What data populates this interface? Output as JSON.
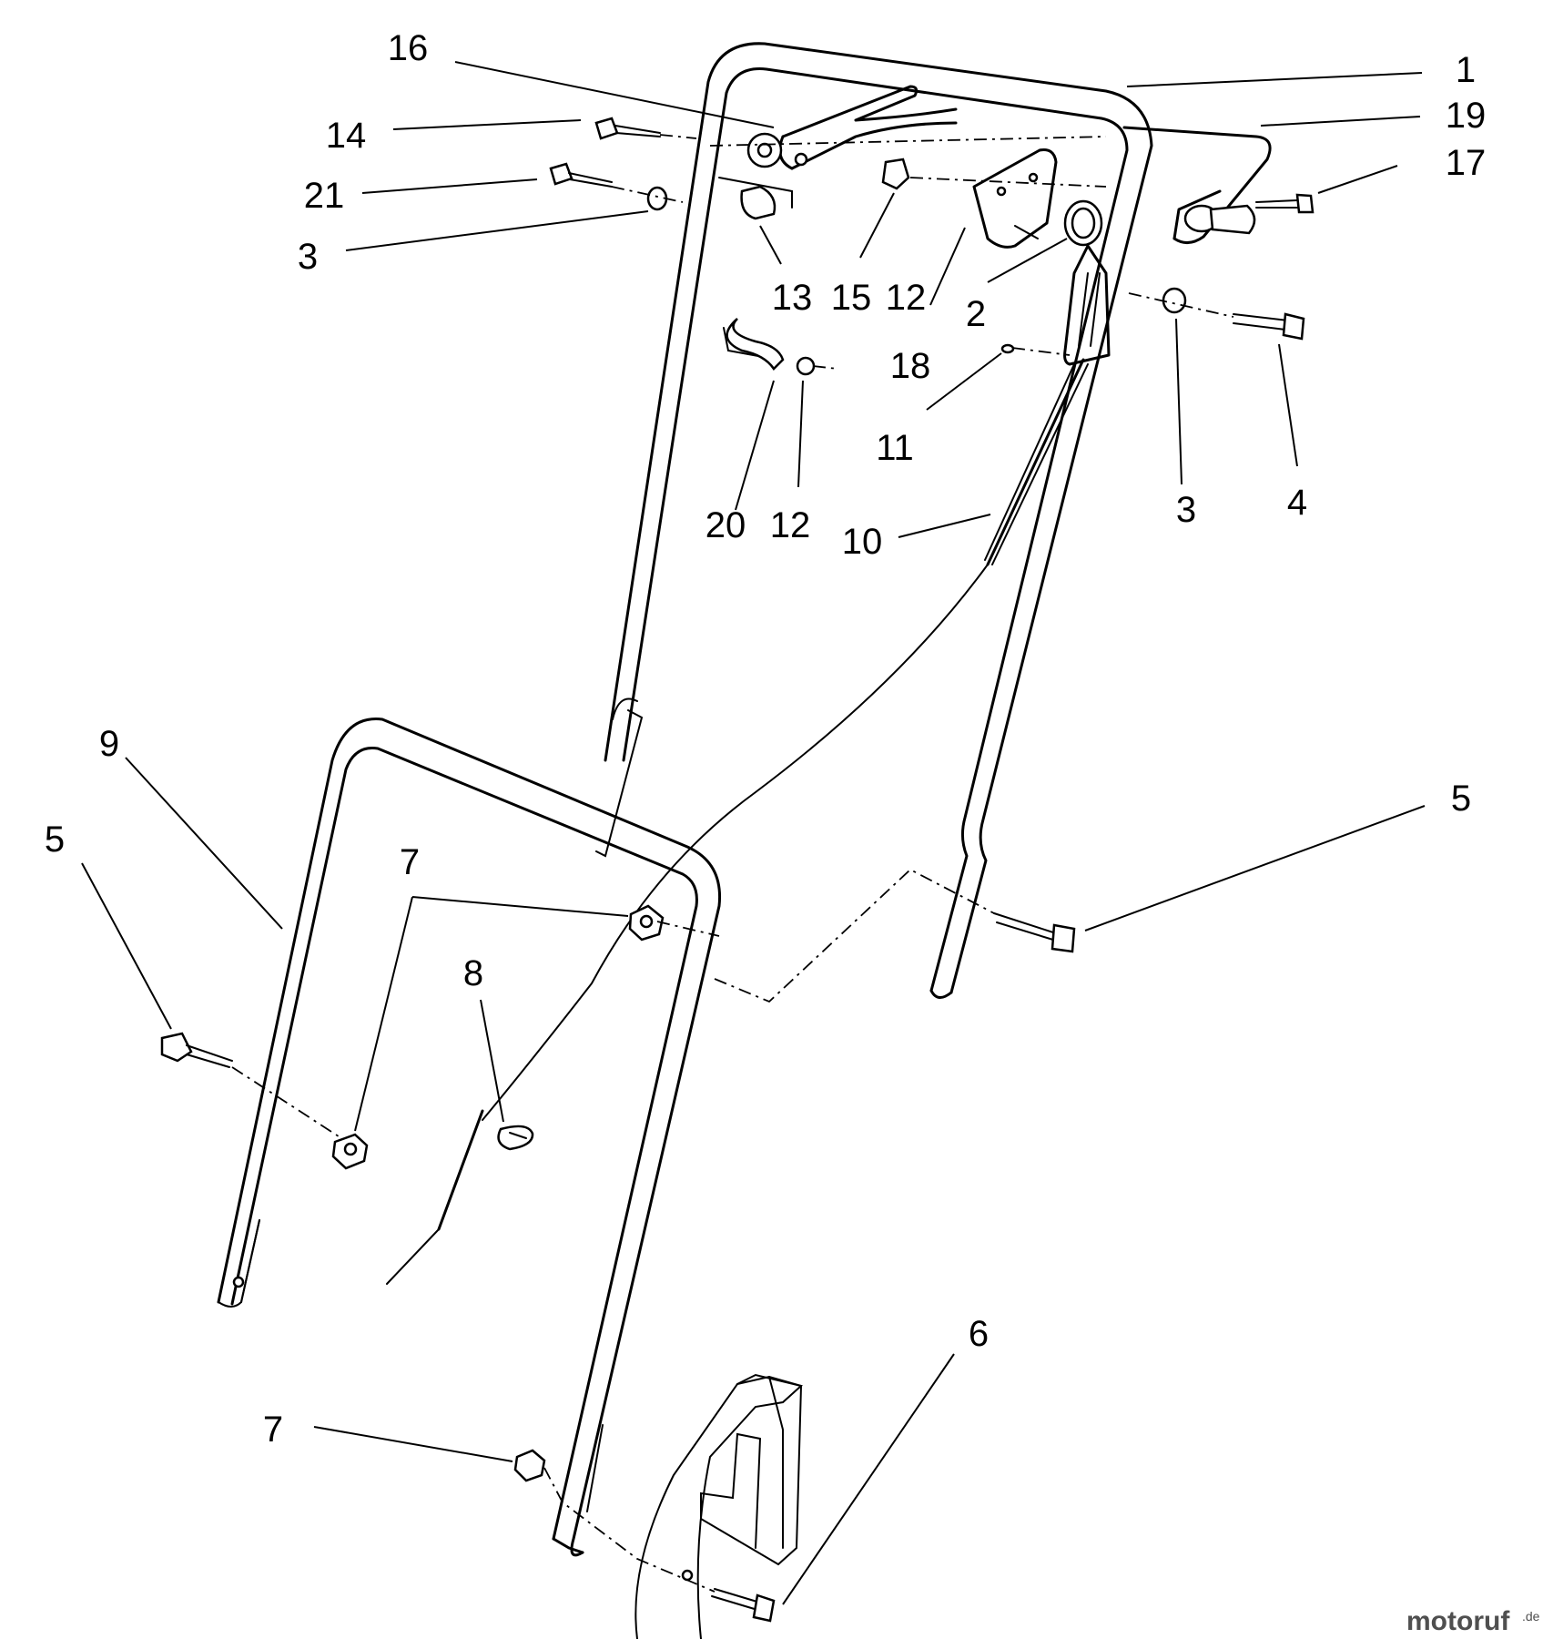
{
  "callouts": [
    {
      "id": "16",
      "label": "16"
    },
    {
      "id": "1",
      "label": "1"
    },
    {
      "id": "19",
      "label": "19"
    },
    {
      "id": "17",
      "label": "17"
    },
    {
      "id": "14",
      "label": "14"
    },
    {
      "id": "21",
      "label": "21"
    },
    {
      "id": "3a",
      "label": "3"
    },
    {
      "id": "13",
      "label": "13"
    },
    {
      "id": "15",
      "label": "15"
    },
    {
      "id": "12a",
      "label": "12"
    },
    {
      "id": "18",
      "label": "18"
    },
    {
      "id": "2",
      "label": "2"
    },
    {
      "id": "11",
      "label": "11"
    },
    {
      "id": "3b",
      "label": "3"
    },
    {
      "id": "4",
      "label": "4"
    },
    {
      "id": "20",
      "label": "20"
    },
    {
      "id": "12b",
      "label": "12"
    },
    {
      "id": "10",
      "label": "10"
    },
    {
      "id": "9",
      "label": "9"
    },
    {
      "id": "5a",
      "label": "5"
    },
    {
      "id": "5b",
      "label": "5"
    },
    {
      "id": "7a",
      "label": "7"
    },
    {
      "id": "8",
      "label": "8"
    },
    {
      "id": "7b",
      "label": "7"
    },
    {
      "id": "6",
      "label": "6"
    }
  ],
  "watermark": {
    "brand": "motoruf",
    "tld": ".de"
  }
}
